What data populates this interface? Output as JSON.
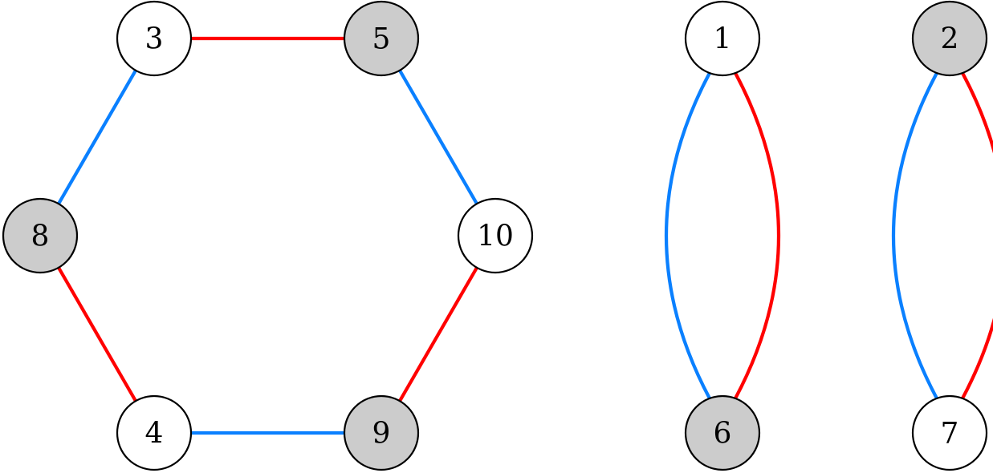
{
  "colors": {
    "red": "#ff0000",
    "blue": "#0a80ff",
    "shaded_node": "#cccccc",
    "plain_node": "#ffffff",
    "outline": "#000000"
  },
  "nodes": [
    {
      "id": "3",
      "label": "3",
      "shaded": false
    },
    {
      "id": "5",
      "label": "5",
      "shaded": true
    },
    {
      "id": "8",
      "label": "8",
      "shaded": true
    },
    {
      "id": "10",
      "label": "10",
      "shaded": false
    },
    {
      "id": "4",
      "label": "4",
      "shaded": false
    },
    {
      "id": "9",
      "label": "9",
      "shaded": true
    },
    {
      "id": "1",
      "label": "1",
      "shaded": false
    },
    {
      "id": "6",
      "label": "6",
      "shaded": true
    },
    {
      "id": "2",
      "label": "2",
      "shaded": true
    },
    {
      "id": "7",
      "label": "7",
      "shaded": false
    }
  ],
  "edges": [
    {
      "from": "3",
      "to": "5",
      "color": "red"
    },
    {
      "from": "5",
      "to": "10",
      "color": "blue"
    },
    {
      "from": "10",
      "to": "9",
      "color": "red"
    },
    {
      "from": "9",
      "to": "4",
      "color": "blue"
    },
    {
      "from": "4",
      "to": "8",
      "color": "red"
    },
    {
      "from": "8",
      "to": "3",
      "color": "blue"
    },
    {
      "from": "1",
      "to": "6",
      "color": "blue"
    },
    {
      "from": "1",
      "to": "6",
      "color": "red"
    },
    {
      "from": "2",
      "to": "7",
      "color": "blue"
    },
    {
      "from": "2",
      "to": "7",
      "color": "red"
    }
  ]
}
